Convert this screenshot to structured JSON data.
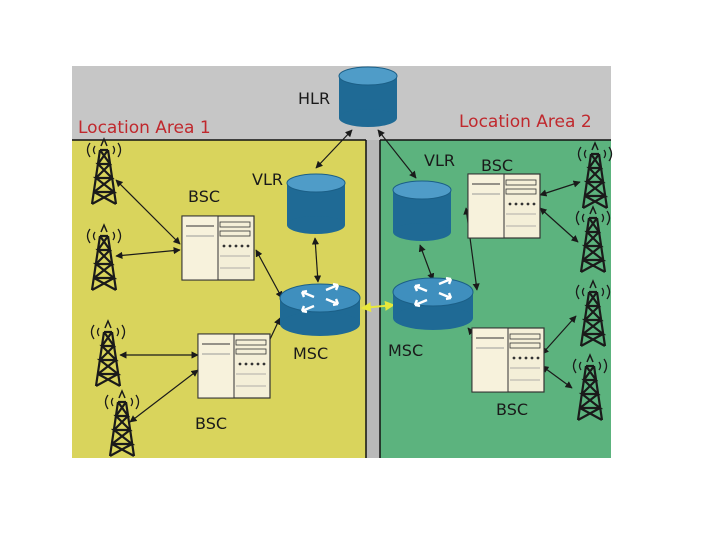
{
  "hlr": {
    "label": "HLR"
  },
  "areas": [
    {
      "title": "Location Area 1",
      "fill": "#d9d45c"
    },
    {
      "title": "Location Area 2",
      "fill": "#5cb37e"
    }
  ],
  "vlr_labels": [
    "VLR",
    "VLR"
  ],
  "msc_labels": [
    "MSC",
    "MSC"
  ],
  "bsc_labels": [
    "BSC",
    "BSC",
    "BSC",
    "BSC"
  ],
  "colors": {
    "header_bg": "#c6c6c6",
    "device_blue": "#1f6a95",
    "device_top": "#4f9cc8",
    "link_color": "#1a1a1a",
    "msc_link": "#e8e83a",
    "title_red": "#c0282d"
  },
  "icons": [
    "tower-icon",
    "database-icon",
    "router-icon",
    "server-rack-icon"
  ]
}
